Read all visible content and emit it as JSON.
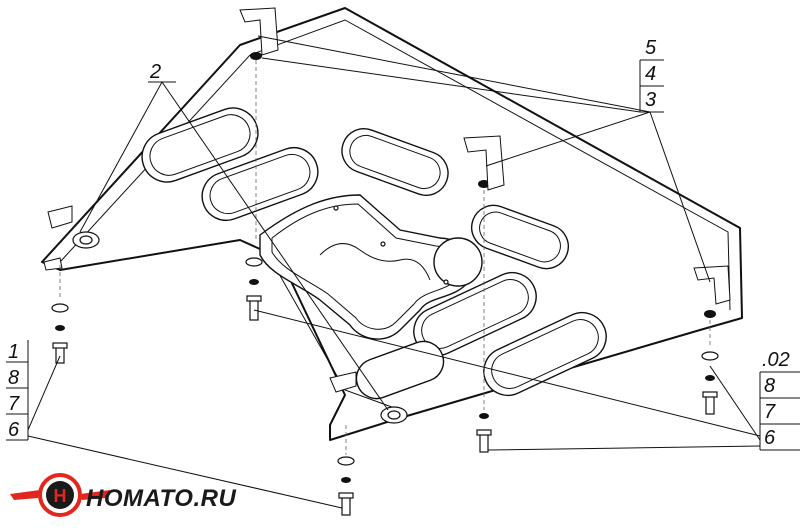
{
  "callouts": {
    "top_left": "2",
    "top_right": [
      "5",
      "4",
      "3"
    ],
    "bottom_left": [
      "1",
      "8",
      "7",
      "6"
    ],
    "bottom_right": [
      ".02",
      "8",
      "7",
      "6"
    ]
  },
  "logo": {
    "text": "HOMATO.RU",
    "emblem_letter": "H",
    "accent_color": "#e2281e",
    "dark_color": "#1a1a1a"
  }
}
